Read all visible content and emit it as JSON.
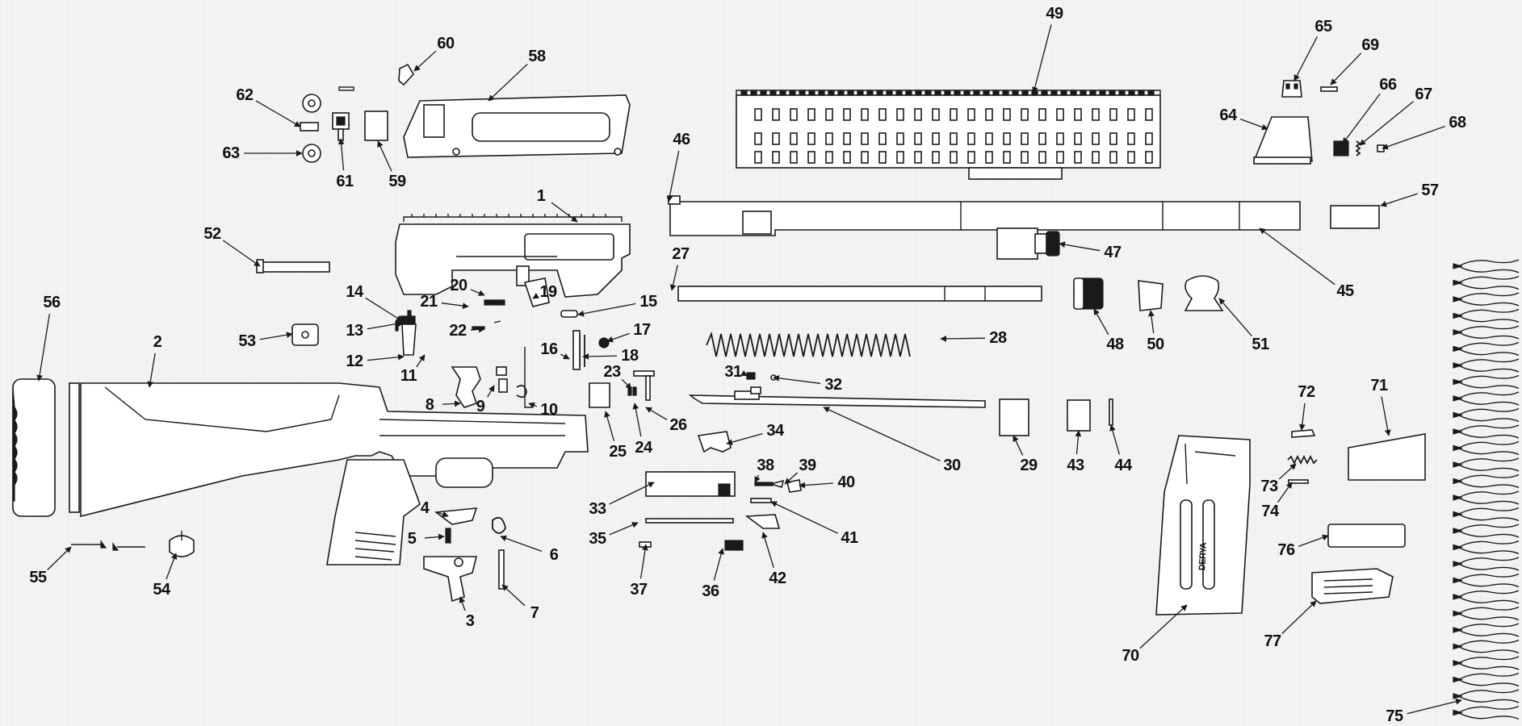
{
  "diagram": {
    "colors": {
      "ink": "#1a1a1a",
      "paper": "#f3f3f3"
    },
    "callouts": [
      "1",
      "2",
      "3",
      "4",
      "5",
      "6",
      "7",
      "8",
      "9",
      "10",
      "11",
      "12",
      "13",
      "14",
      "15",
      "16",
      "17",
      "18",
      "19",
      "20",
      "21",
      "22",
      "23",
      "24",
      "25",
      "26",
      "27",
      "28",
      "29",
      "30",
      "31",
      "32",
      "33",
      "34",
      "35",
      "36",
      "37",
      "38",
      "39",
      "40",
      "41",
      "42",
      "43",
      "44",
      "45",
      "46",
      "47",
      "48",
      "49",
      "50",
      "51",
      "52",
      "53",
      "54",
      "55",
      "56",
      "57",
      "58",
      "59",
      "60",
      "61",
      "62",
      "63",
      "64",
      "65",
      "66",
      "67",
      "68",
      "69",
      "70",
      "71",
      "72",
      "73",
      "74",
      "75",
      "76",
      "77"
    ],
    "magazine_text": "DERYA"
  }
}
